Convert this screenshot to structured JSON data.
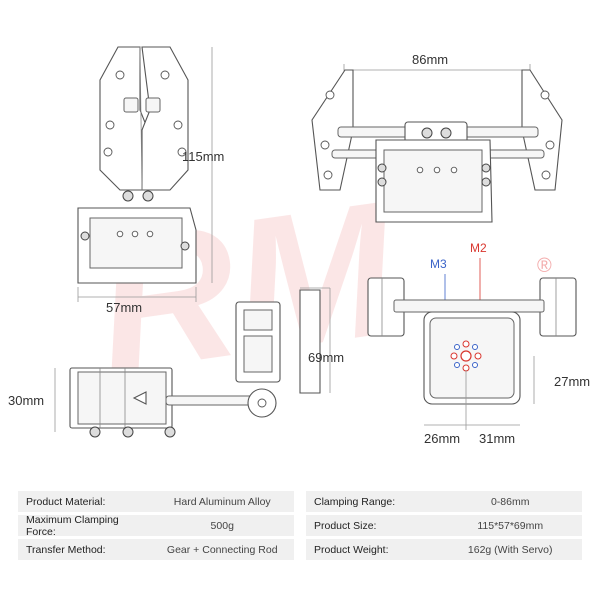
{
  "watermark": "RM",
  "registered_mark": "®",
  "dimensions": {
    "height_top_view": "115mm",
    "width_front": "57mm",
    "span_open": "86mm",
    "side_height": "69mm",
    "base_height": "30mm",
    "label_m3": "M3",
    "label_m2": "M2",
    "servo_height": "27mm",
    "offset_left": "26mm",
    "offset_right": "31mm"
  },
  "specs": [
    [
      {
        "label": "Product Material:",
        "value": "Hard Aluminum Alloy"
      },
      {
        "label": "Clamping Range:",
        "value": "0-86mm"
      }
    ],
    [
      {
        "label": "Maximum Clamping Force:",
        "value": "500g"
      },
      {
        "label": "Product Size:",
        "value": "115*57*69mm"
      }
    ],
    [
      {
        "label": "Transfer Method:",
        "value": "Gear + Connecting Rod"
      },
      {
        "label": "Product Weight:",
        "value": "162g (With Servo)"
      }
    ]
  ],
  "colors": {
    "m3_blue": "#3a63c8",
    "m2_red": "#d9372f",
    "table_bg": "#f0f0f0"
  }
}
